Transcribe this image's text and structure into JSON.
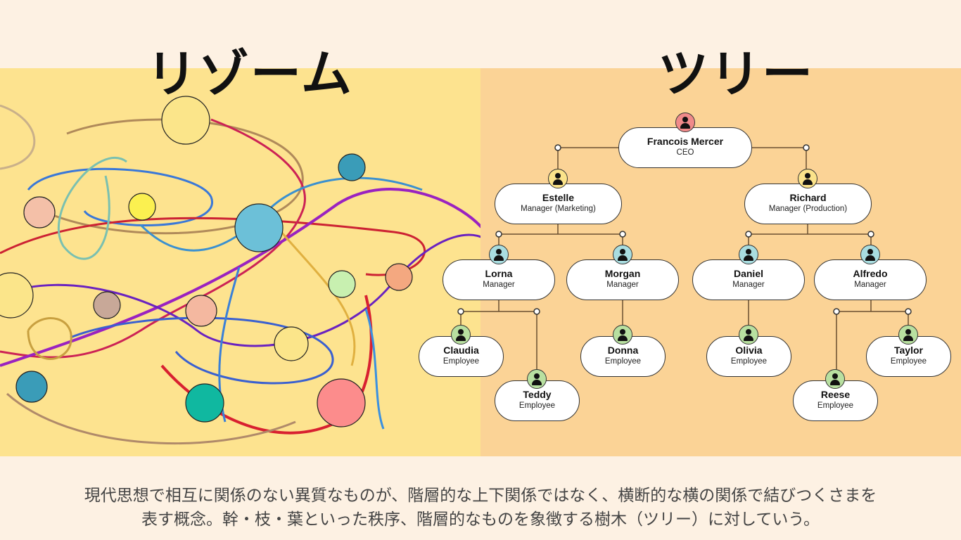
{
  "titles": {
    "left": "リゾーム",
    "right": "ツリー"
  },
  "colors": {
    "top_bg": "#fdf1e3",
    "rhizome_bg": "#fde38f",
    "tree_bg": "#fbd396",
    "ceo": "#f08a8a",
    "manager": "#fbe38a",
    "lead": "#a9dde0",
    "employee": "#b8e0a0"
  },
  "tree": {
    "ceo": {
      "name": "Francois Mercer",
      "role": "CEO"
    },
    "estelle": {
      "name": "Estelle",
      "role": "Manager (Marketing)"
    },
    "richard": {
      "name": "Richard",
      "role": "Manager (Production)"
    },
    "lorna": {
      "name": "Lorna",
      "role": "Manager"
    },
    "morgan": {
      "name": "Morgan",
      "role": "Manager"
    },
    "daniel": {
      "name": "Daniel",
      "role": "Manager"
    },
    "alfredo": {
      "name": "Alfredo",
      "role": "Manager"
    },
    "claudia": {
      "name": "Claudia",
      "role": "Employee"
    },
    "teddy": {
      "name": "Teddy",
      "role": "Employee"
    },
    "donna": {
      "name": "Donna",
      "role": "Employee"
    },
    "olivia": {
      "name": "Olivia",
      "role": "Employee"
    },
    "reese": {
      "name": "Reese",
      "role": "Employee"
    },
    "taylor": {
      "name": "Taylor",
      "role": "Employee"
    }
  },
  "caption": {
    "line1": "現代思想で相互に関係のない異質なものが、階層的な上下関係ではなく、横断的な横の関係で結びつくさまを",
    "line2": "表す概念。幹・枝・葉といった秩序、階層的なものを象徴する樹木（ツリー）に対していう。"
  }
}
